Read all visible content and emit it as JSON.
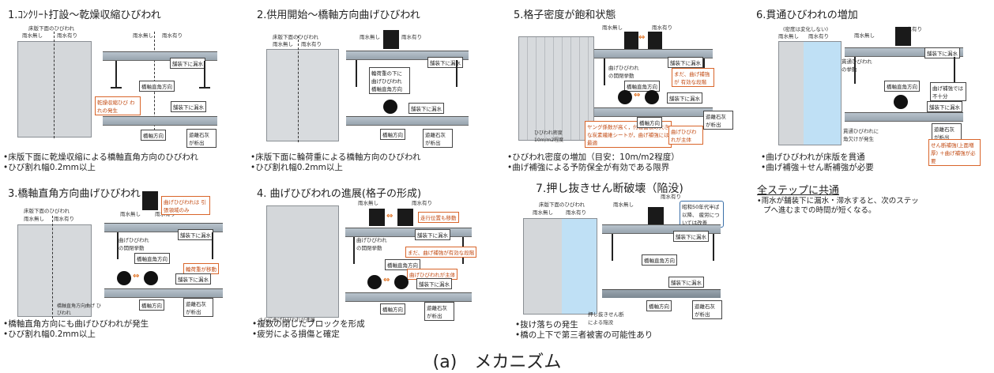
{
  "panels": {
    "p1": {
      "title": "1.ｺﾝｸﾘｰﾄ打設～乾燥収縮ひびわれ",
      "lbl_crack_under_slab": "床版下面のひびわれ",
      "lbl_no_rain": "雨水無し",
      "lbl_rain": "雨水有り",
      "callout_leak": "舗装下に漏水",
      "callout_axis_right": "橋軸直角方向",
      "callout_dry": "乾燥収縮ひび われの発生",
      "callout_leak2": "舗装下に漏水",
      "callout_lime": "遊離石灰 が析出",
      "callout_axis": "橋軸方向",
      "bullets": [
        "•床版下面に乾燥収縮による橋軸直角方向のひびわれ",
        "•ひび割れ幅0.2mm以上"
      ]
    },
    "p2": {
      "title": "2.供用開始～橋軸方向曲げひびわれ",
      "lbl_crack_under_slab": "床版下面のひびわれ",
      "lbl_no_rain": "雨水無し",
      "lbl_rain": "雨水有り",
      "callout_leak": "舗装下に漏水",
      "callout_wheel": "輪荷重の下に 曲げひびわれ 橋軸直角方向",
      "callout_leak2": "舗装下に漏水",
      "callout_axis": "橋軸方向",
      "callout_lime": "遊離石灰 が析出",
      "bullets": [
        "•床版下面に輪荷重による橋軸方向のひびわれ",
        "•ひび割れ幅0.2mm以上"
      ]
    },
    "p3": {
      "title": "3.橋軸直角方向曲げひびわれ",
      "lbl_crack_under_slab": "床版下面のひびわれ",
      "lbl_no_rain": "雨水無し",
      "lbl_rain": "雨水有り",
      "callout_limit": "曲げひびわれは 引張領域のみ",
      "callout_leak": "舗装下に漏水",
      "callout_open": "曲げひびわれ の開閉挙動",
      "callout_axis_right": "橋軸直角方向",
      "callout_move": "輪荷重が移動",
      "callout_leak2": "舗装下に漏水",
      "callout_axis": "橋軸方向",
      "callout_lime": "遊離石灰 が析出",
      "photo_note": "橋軸直角方向曲げ ひびわれ",
      "bullets": [
        "•橋軸直角方向にも曲げひびわれが発生",
        "•ひび割れ幅0.2mm以上"
      ]
    },
    "p4": {
      "title": "4. 曲げひびわれの進展(格子の形成)",
      "lbl_no_rain": "雨水無し",
      "lbl_rain": "雨水有り",
      "callout_move": "走行位置も移動",
      "callout_leak": "舗装下に漏水",
      "callout_open": "曲げひびわれ の開閉挙動",
      "callout_reinf": "まだ、曲げ補強が有効な段階",
      "callout_axis_right": "橋軸直角方向",
      "callout_main": "曲げひびわれが主体",
      "callout_leak2": "舗装下に漏水",
      "callout_axis": "橋軸方向",
      "callout_lime": "遊離石灰 が析出",
      "photo_note": "さらに曲げひびわれが進展",
      "bullets": [
        "•複数の閉じたブロックを形成",
        "•疲労による損傷と確定"
      ]
    },
    "p5": {
      "title": "5.格子密度が飽和状態",
      "lbl_no_rain": "雨水無し",
      "lbl_rain": "雨水有り",
      "callout_leak": "舗装下に漏水",
      "callout_open": "曲げひびわれ の開閉挙動",
      "callout_reinf": "まだ、曲げ補強が 有効な段階",
      "callout_axis_right": "橋軸直角方向",
      "callout_leak2": "舗装下に漏水",
      "callout_young": "ヤング係数が高く，付着面積の大きな炭素繊維シートが，曲げ補強には最適",
      "callout_main": "曲げひびわれが主体",
      "callout_axis": "橋軸方向",
      "callout_lime": "遊離石灰 が析出",
      "photo_note": "ひびわれ密度 10m/m2程度",
      "bullets": [
        "•ひびわれ密度の増加（目安：10m/m2程度）",
        "•曲げ補強による予防保全が有効である限界"
      ]
    },
    "p6": {
      "title": "6.貫通ひびわれの増加",
      "lbl_density": "(密度は変化しない)",
      "lbl_no_rain": "雨水無し",
      "lbl_rain": "雨水有り",
      "callout_leak": "舗装下に漏水",
      "callout_through": "貫通ひびわれ の挙動",
      "callout_axis_right": "橋軸直角方向",
      "callout_insuff": "曲げ補強では 不十分",
      "callout_leak2": "舗装下に漏水",
      "callout_corner": "貫通ひびわれに 角欠けが発生",
      "callout_lime": "遊離石灰 が析出",
      "callout_shear": "せん断補強(上面増厚) ＋曲げ補強が必要",
      "bullets": [
        "•曲げひびわれが床版を貫通",
        "•曲げ補強＋せん断補強が必要"
      ]
    },
    "p7": {
      "title": "7.押し抜きせん断破壊（陥没)",
      "lbl_crack_under_slab": "床版下面のひびわれ",
      "lbl_no_rain": "雨水無し",
      "lbl_rain": "雨水有り",
      "callout_era": "昭和50年代半ば以降、 疲労については改善",
      "callout_leak": "舗装下に漏水",
      "callout_axis_right": "橋軸直角方向",
      "callout_leak2": "舗装下に漏水",
      "callout_punch": "押し抜きせん断 による陥没",
      "callout_axis": "橋軸方向",
      "callout_lime": "遊離石灰 が析出",
      "bullets": [
        "•抜け落ちの発生",
        "•橋の上下で第三者被害の可能性あり"
      ]
    }
  },
  "common": {
    "title": "全ステップに共通",
    "text_line1": "•雨水が舗装下に漏水・滞水すると、次のステッ",
    "text_line2": "プへ進むまでの時間が短くなる。"
  },
  "caption": "(a)　メカニズム",
  "colors": {
    "accent_orange": "#e07020",
    "water_blue": "#bfe0f5",
    "slab_gray": "#a7b2bb"
  }
}
